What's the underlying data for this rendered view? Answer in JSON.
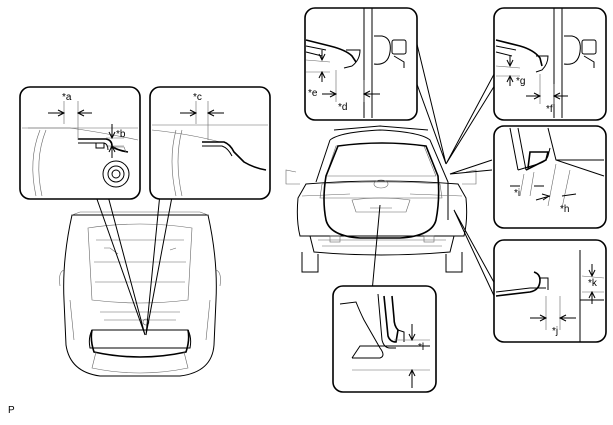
{
  "callouts": {
    "a": "*a",
    "b": "*b",
    "c": "*c",
    "d": "*d",
    "e": "*e",
    "f": "*f",
    "g": "*g",
    "h": "*h",
    "i": "*i",
    "j": "*j",
    "k": "*k",
    "l": "*l"
  },
  "page_code": "P"
}
